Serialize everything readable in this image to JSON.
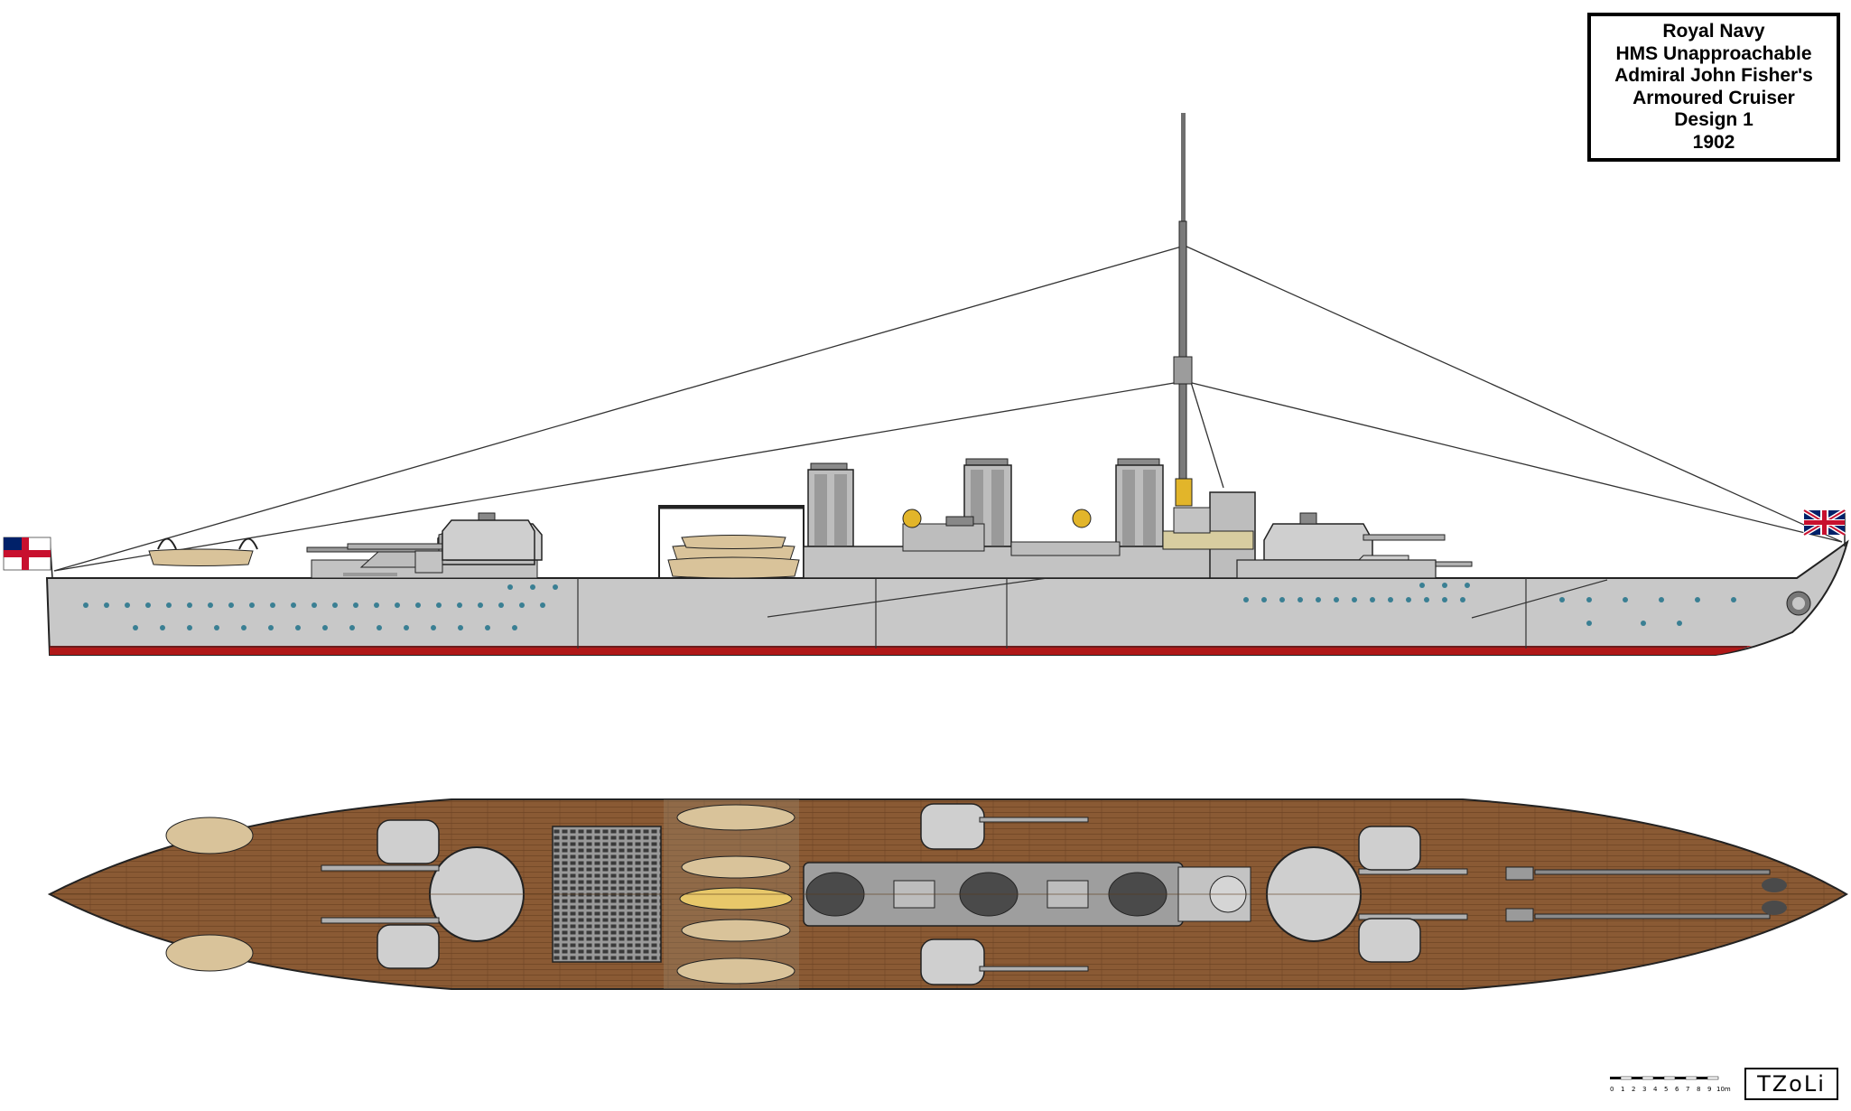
{
  "title_block": {
    "line1": "Royal Navy",
    "line2": "HMS Unapproachable",
    "line3": "Admiral John Fisher's",
    "line4": "Armoured Cruiser",
    "line5": "Design 1",
    "line6": "1902"
  },
  "scale": {
    "labels": [
      "0",
      "1",
      "2",
      "3",
      "4",
      "5",
      "6",
      "7",
      "8",
      "9",
      "10m"
    ]
  },
  "signature": "TZoLi",
  "colors": {
    "hull_grey": "#c8c8c8",
    "superstructure_grey": "#bdbdbd",
    "turret_grey": "#cfcfcf",
    "boot_topping_red": "#b01818",
    "deck_wood": "#8a5a34",
    "boat_tan": "#d9c39a",
    "porthole_blue": "#3a7f93",
    "funnel_dark": "#5a5a5a",
    "outline": "#222222"
  },
  "icons": {
    "stern_flag": "white-ensign-icon",
    "bow_flag": "union-jack-icon"
  }
}
